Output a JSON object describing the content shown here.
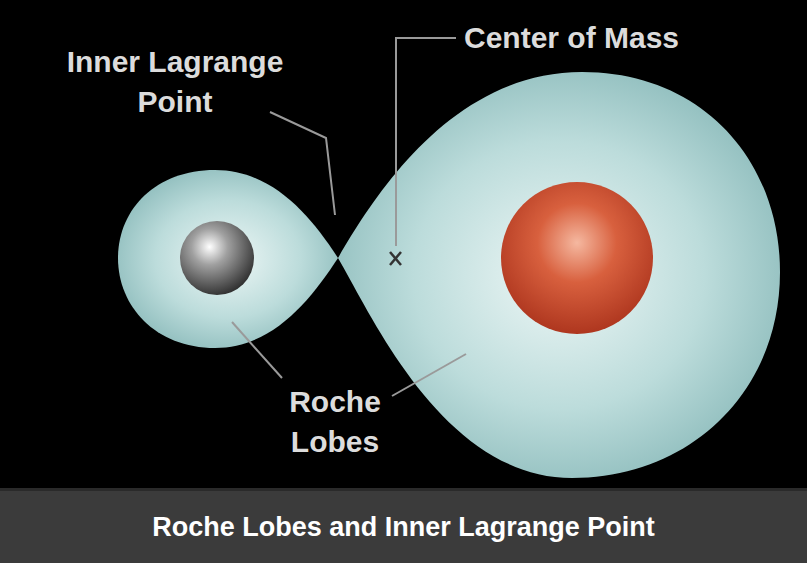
{
  "diagram": {
    "caption": "Roche Lobes and Inner Lagrange Point",
    "labels": [
      "Inner Lagrange Point",
      "Center of Mass",
      "Roche Lobes"
    ]
  }
}
